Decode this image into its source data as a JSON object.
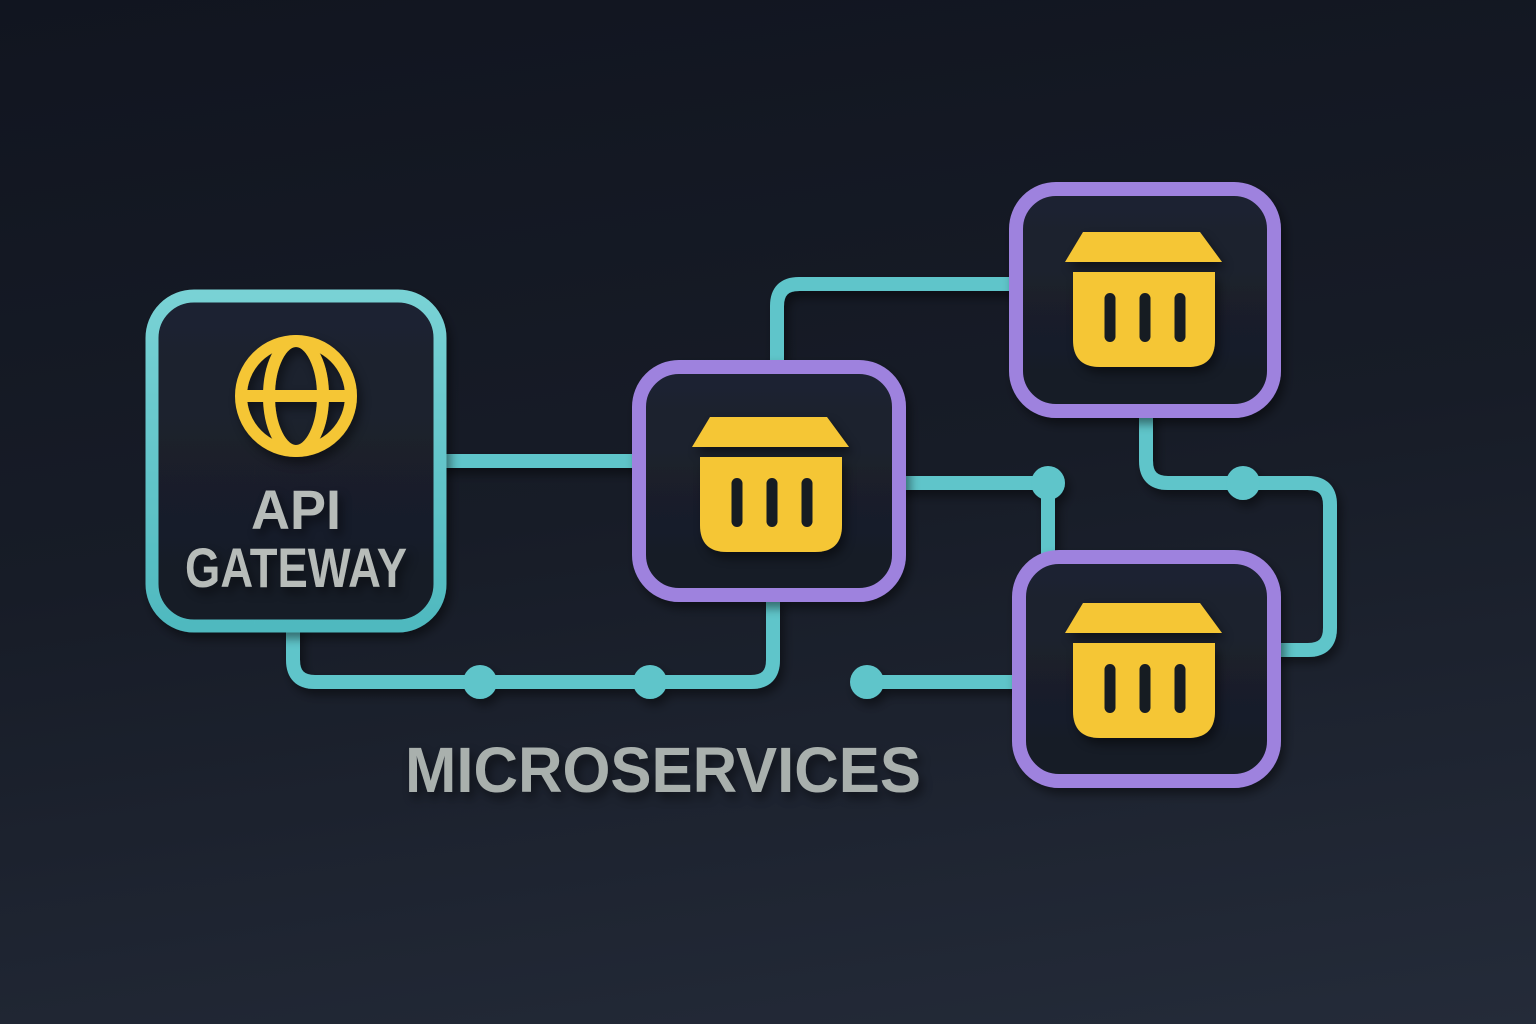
{
  "diagram": {
    "caption": "MICROSERVICES",
    "gateway": {
      "label_line1": "API",
      "label_line2": "GATEWAY",
      "icon": "globe-icon"
    },
    "services": [
      {
        "id": "service-middle",
        "icon": "package-crate-icon"
      },
      {
        "id": "service-top-right",
        "icon": "package-crate-icon"
      },
      {
        "id": "service-bottom-right",
        "icon": "package-crate-icon"
      }
    ],
    "connections": [
      {
        "from": "api-gateway-right",
        "to": "service-middle-left",
        "junction_dots": 0
      },
      {
        "from": "service-middle-top",
        "to": "service-top-right-left",
        "junction_dots": 0
      },
      {
        "from": "service-middle-right",
        "to": "service-bottom-right-top",
        "junction_dots": 1
      },
      {
        "from": "service-top-right-bottom",
        "to": "service-bottom-right-right",
        "junction_dots": 1
      },
      {
        "from": "api-gateway-bottom",
        "to": "service-middle-bottom",
        "junction_dots": 2
      },
      {
        "from": "bottom-bus-stub",
        "to": "service-bottom-right-left",
        "junction_dots": 1
      }
    ]
  },
  "colors": {
    "background_top": "#111520",
    "background_mid": "#171c27",
    "background_bottom": "#242b39",
    "panel_fill": "#1c222e",
    "panel_fill_dark": "#151a24",
    "teal_accent": "#5ec5ca",
    "purple_accent": "#9e82de",
    "yellow_accent": "#f5c636",
    "gateway_label": "#b7bcb9",
    "caption_label": "#a9b0ad"
  }
}
